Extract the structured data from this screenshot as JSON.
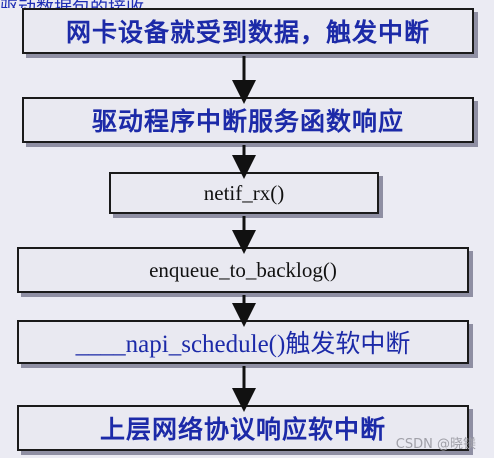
{
  "header_fragment": "驱动数据包的接收",
  "flow": {
    "steps": [
      "网卡设备就受到数据，触发中断",
      "驱动程序中断服务函数响应",
      "netif_rx()",
      "enqueue_to_backlog()",
      "____napi_schedule()触发软中断",
      "上层网络协议响应软中断"
    ]
  },
  "watermark": "CSDN @晓镁",
  "colors": {
    "box_fill": "#e9e9f1",
    "border": "#1a1a1a",
    "shadow": "#8f8fa3",
    "cn_text": "#1c2aa8",
    "code_text": "#111111"
  }
}
